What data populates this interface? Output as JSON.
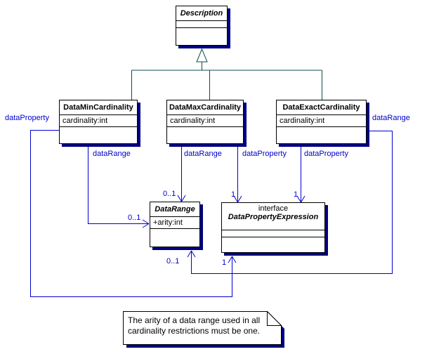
{
  "classes": {
    "description": {
      "name": "Description"
    },
    "dataMinCardinality": {
      "name": "DataMinCardinality",
      "attribute": "cardinality:int"
    },
    "dataMaxCardinality": {
      "name": "DataMaxCardinality",
      "attribute": "cardinality:int"
    },
    "dataExactCardinality": {
      "name": "DataExactCardinality",
      "attribute": "cardinality:int"
    },
    "dataRange": {
      "name": "DataRange",
      "attribute": "+arity:int"
    },
    "dataPropertyExpression": {
      "stereotype": "interface",
      "name": "DataPropertyExpression"
    }
  },
  "labels": {
    "min_dataProperty": "dataProperty",
    "min_dataRange": "dataRange",
    "max_dataRange": "dataRange",
    "max_dataProperty": "dataProperty",
    "exact_dataProperty": "dataProperty",
    "exact_dataRange": "dataRange",
    "mult_min_dataRange": "0..1",
    "mult_max_dataRange": "0..1",
    "mult_max_dataProperty": "1",
    "mult_exact_dataProperty": "1",
    "mult_range_bottom": "0..1",
    "mult_dpe_bottom": "1"
  },
  "note": {
    "line1": "The arity of a data range used in all",
    "line2": "cardinality restrictions must be one."
  },
  "colors": {
    "association": "#0000cd",
    "generalization": "#0d4d4d",
    "shadow": "#000080"
  }
}
